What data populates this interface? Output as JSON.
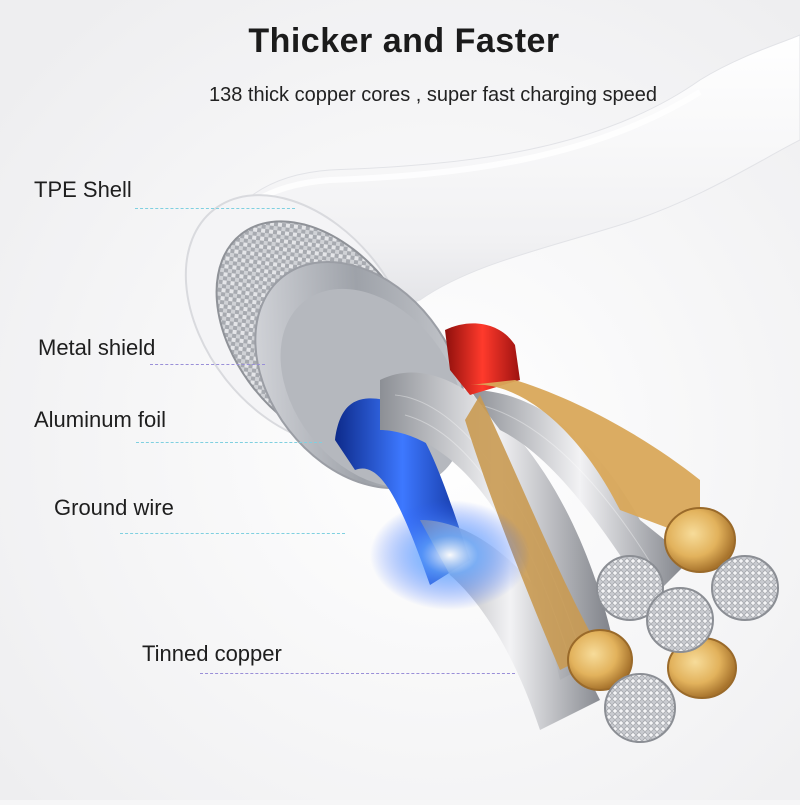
{
  "header": {
    "title": "Thicker and Faster",
    "subtitle": "138 thick copper cores , super fast charging speed"
  },
  "callouts": [
    {
      "id": "tpe-shell",
      "label": "TPE Shell"
    },
    {
      "id": "metal-shield",
      "label": "Metal shield"
    },
    {
      "id": "aluminum-foil",
      "label": "Aluminum foil"
    },
    {
      "id": "ground-wire",
      "label": "Ground wire"
    },
    {
      "id": "tinned-copper",
      "label": "Tinned copper"
    }
  ],
  "colors": {
    "background": "#f6f6f7",
    "cable_shell": "#ffffff",
    "shield": "#b9bcc2",
    "red_wire": "#d8201c",
    "blue_wire": "#1c4fd6",
    "copper_end": "#e2b25c",
    "leader_line": "#7fd0e0"
  },
  "illustration": {
    "subject": "cable-cross-section-icon"
  }
}
